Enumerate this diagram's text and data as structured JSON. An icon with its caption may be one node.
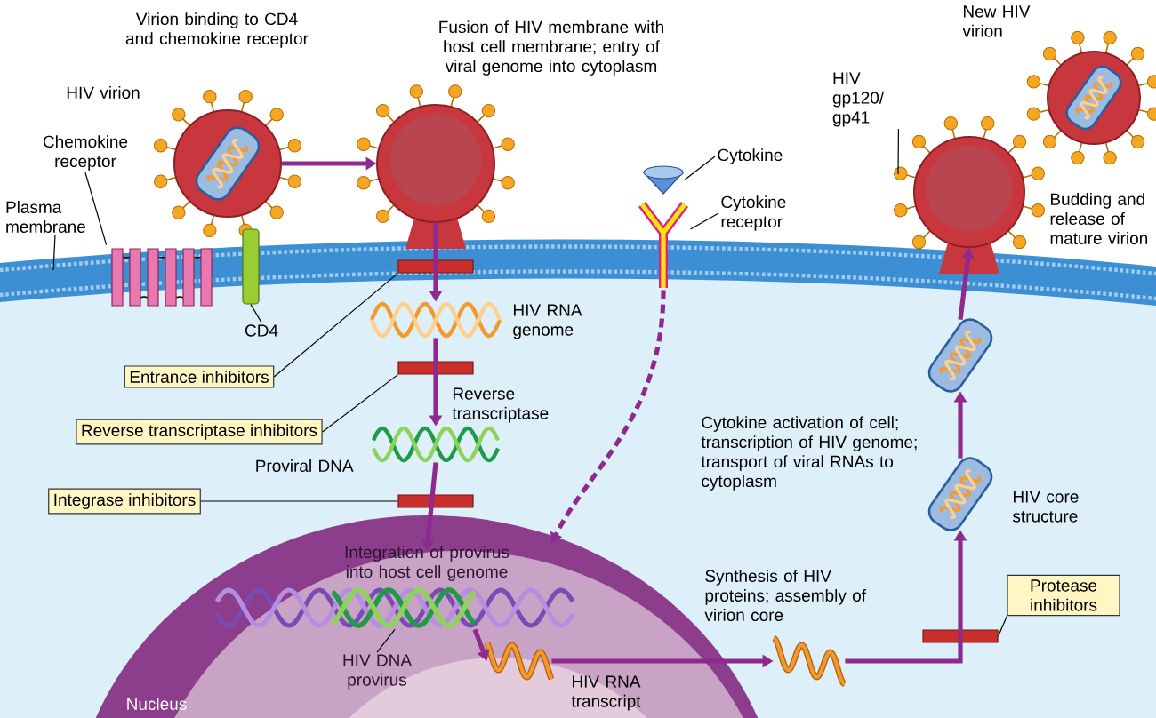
{
  "diagram": {
    "nodes": [
      {
        "text": [],
        "shape": "circle",
        "beside": [
          "Virion binding to CD4 and chemokine receptor",
          "HIV virion"
        ]
      },
      {
        "text": [],
        "shape": "circle",
        "beside": [
          "Fusion of HIV membrane with host cell membrane; entry of viral genome into cytoplasm"
        ]
      },
      {
        "text": [],
        "shape": "picture",
        "beside": [
          "HIV RNA genome"
        ]
      },
      {
        "text": [],
        "shape": "picture",
        "beside": [
          "Proviral DNA"
        ]
      },
      {
        "text": [
          "Nucleus"
        ]
      },
      {
        "text": [
          "Integration of provirus into host cell genome"
        ],
        "in": 4
      },
      {
        "text": [],
        "shape": "picture",
        "in": 4
      },
      {
        "text": [],
        "shape": "picture",
        "in": 4,
        "beside": [
          "HIV RNA transcript"
        ]
      },
      {
        "text": [],
        "shape": "picture",
        "beside": [
          "Synthesis of HIV proteins; assembly of virion core"
        ]
      },
      {
        "text": [],
        "shape": "picture",
        "beside": [
          "HIV core structure"
        ]
      },
      {
        "text": [],
        "shape": "picture"
      },
      {
        "text": [],
        "shape": "circle",
        "beside": [
          "Budding and release of mature virion"
        ]
      },
      {
        "text": [],
        "shape": "circle",
        "beside": [
          "New HIV virion"
        ]
      },
      {
        "text": [],
        "shape": "picture"
      },
      {
        "text": [
          "Entrance inhibitors"
        ]
      },
      {
        "text": [
          "Reverse transcriptase inhibitors"
        ]
      },
      {
        "text": [
          "Integrase inhibitors"
        ]
      },
      {
        "text": [
          "Protease inhibitors"
        ]
      },
      {
        "text": [],
        "shape": "bar"
      },
      {
        "text": [],
        "shape": "bar"
      },
      {
        "text": [],
        "shape": "bar"
      },
      {
        "text": [],
        "shape": "bar"
      },
      {
        "text": [
          "Chemokine receptor"
        ]
      },
      {
        "text": [
          "Plasma membrane"
        ]
      },
      {
        "text": [
          "CD4"
        ]
      },
      {
        "text": [
          "Cytokine"
        ]
      },
      {
        "text": [
          "Cytokine receptor"
        ]
      },
      {
        "text": [
          "HIV gp120/ gp41"
        ]
      },
      {
        "text": [
          "HIV DNA provirus"
        ],
        "in": 4
      },
      {
        "text": [],
        "shape": "picture"
      },
      {
        "text": [],
        "shape": "bar"
      },
      {
        "text": [],
        "shape": "picture"
      }
    ],
    "edges": [
      {
        "from": 0,
        "to": 1,
        "arrow": "to",
        "color": "#8e2a8e",
        "style": "thick"
      },
      {
        "from": 1,
        "to": 2,
        "arrow": "to",
        "color": "#8e2a8e",
        "style": "thick"
      },
      {
        "from": 2,
        "to": 3,
        "arrow": "to",
        "color": "#8e2a8e",
        "style": "thick",
        "label": "Reverse transcriptase"
      },
      {
        "from": 3,
        "to": 5,
        "arrow": "to",
        "color": "#8e2a8e",
        "style": "thick"
      },
      {
        "from": 6,
        "to": 7,
        "arrow": "to",
        "color": "#8e2a8e",
        "style": "thick"
      },
      {
        "from": 7,
        "to": 8,
        "arrow": "to",
        "color": "#8e2a8e",
        "style": "thick"
      },
      {
        "from": 8,
        "to": 9,
        "arrow": "to",
        "color": "#8e2a8e",
        "style": "thick"
      },
      {
        "from": 9,
        "to": 10,
        "arrow": "to",
        "color": "#8e2a8e",
        "style": "thick"
      },
      {
        "from": 10,
        "to": 11,
        "arrow": "to",
        "color": "#8e2a8e",
        "style": "thick"
      },
      {
        "from": 13,
        "to": 5,
        "arrow": "to",
        "color": "#8e2a8e",
        "style": "dashed",
        "label": "Cytokine activation of cell; transcription of HIV genome; transport of viral RNAs to cytoplasm"
      },
      {
        "from": 14,
        "to": 18,
        "arrow": "none"
      },
      {
        "from": 15,
        "to": 19,
        "arrow": "none"
      },
      {
        "from": 16,
        "to": 20,
        "arrow": "none"
      },
      {
        "from": 17,
        "to": 21,
        "arrow": "none"
      },
      {
        "from": 22,
        "to": 29,
        "arrow": "none"
      },
      {
        "from": 23,
        "to": null,
        "arrow": "none"
      },
      {
        "from": 24,
        "to": 30,
        "arrow": "none"
      },
      {
        "from": 25,
        "to": 31,
        "arrow": "none"
      },
      {
        "from": 26,
        "to": 13,
        "arrow": "none"
      },
      {
        "from": 27,
        "to": 11,
        "arrow": "none"
      },
      {
        "from": 28,
        "to": 6,
        "arrow": "none"
      }
    ]
  }
}
